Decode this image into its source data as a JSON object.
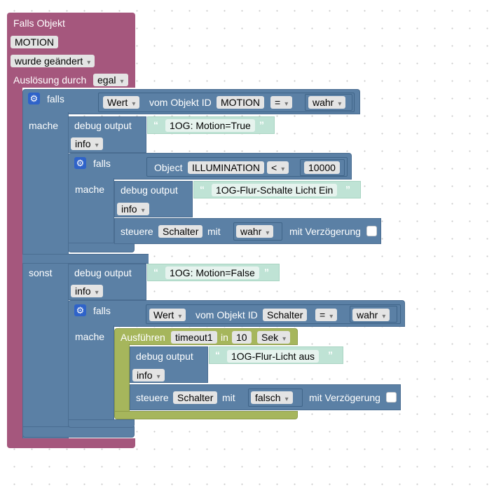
{
  "trigger": {
    "title": "Falls Objekt",
    "object_name": "MOTION",
    "event_dropdown": "wurde geändert",
    "trigger_label": "Auslösung durch",
    "trigger_value": "egal"
  },
  "if_block": {
    "falls_label": "falls",
    "mache_label": "mache",
    "sonst_label": "sonst",
    "condition": {
      "property": "Wert",
      "of_object_label": "vom Objekt ID",
      "object_id": "MOTION",
      "operator": "=",
      "value": "wahr"
    },
    "then_debug": {
      "label": "debug output",
      "text": "1OG: Motion=True",
      "level": "info"
    },
    "inner_if": {
      "falls_label": "falls",
      "mache_label": "mache",
      "condition": {
        "object_label": "Object",
        "object_id": "ILLUMINATION",
        "operator": "<",
        "value": "10000"
      },
      "debug": {
        "label": "debug output",
        "text": "1OG-Flur-Schalte Licht Ein",
        "level": "info"
      },
      "control": {
        "label": "steuere",
        "target": "Schalter",
        "with_label": "mit",
        "value": "wahr",
        "delay_label": "mit Verzögerung"
      }
    },
    "else_debug": {
      "label": "debug output",
      "text": "1OG: Motion=False",
      "level": "info"
    },
    "else_if": {
      "falls_label": "falls",
      "mache_label": "mache",
      "condition": {
        "property": "Wert",
        "of_object_label": "vom Objekt ID",
        "object_id": "Schalter",
        "operator": "=",
        "value": "wahr"
      },
      "timeout": {
        "label": "Ausführen",
        "name": "timeout1",
        "in_label": "in",
        "amount": "10",
        "unit": "Sek",
        "debug": {
          "label": "debug output",
          "text": "1OG-Flur-Licht aus",
          "level": "info"
        },
        "control": {
          "label": "steuere",
          "target": "Schalter",
          "with_label": "mit",
          "value": "falsch",
          "delay_label": "mit Verzögerung"
        }
      }
    }
  },
  "colors": {
    "event_block": "#a5577d",
    "logic_block": "#5b80a5",
    "timeout_block": "#a6b65c",
    "string_block": "#bfe3d5",
    "gear_icon": "#2f63c9"
  }
}
